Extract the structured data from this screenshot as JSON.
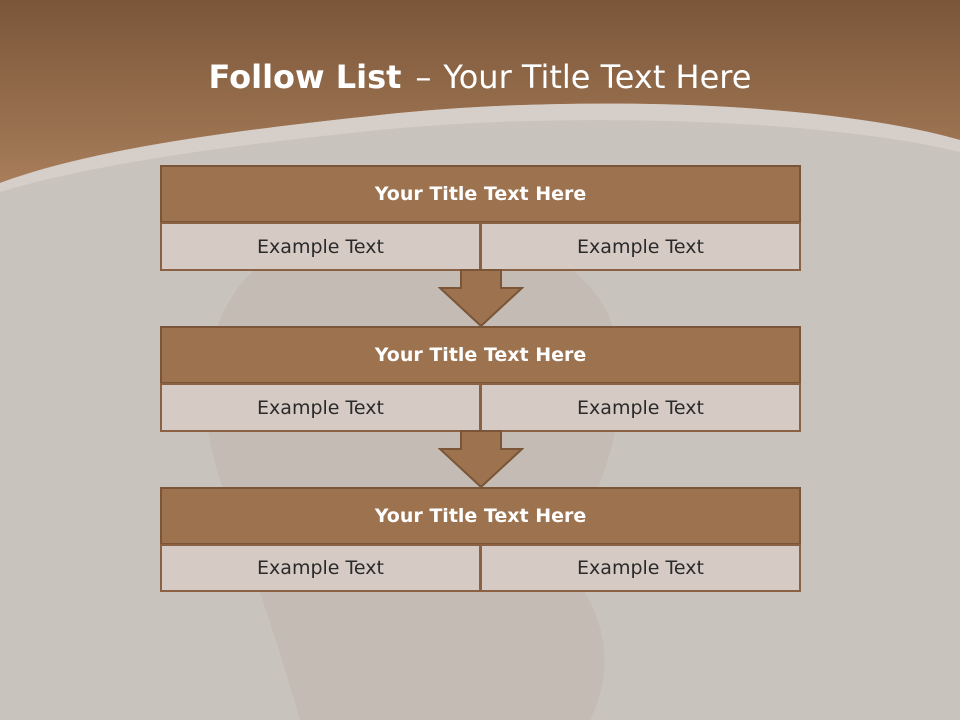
{
  "slide": {
    "title_bold": "Follow List",
    "title_separator": "–",
    "title_rest": "Your Title Text Here"
  },
  "steps": [
    {
      "title": "Your Title Text Here",
      "left": "Example Text",
      "right": "Example Text"
    },
    {
      "title": "Your Title Text Here",
      "left": "Example Text",
      "right": "Example Text"
    },
    {
      "title": "Your Title Text Here",
      "left": "Example Text",
      "right": "Example Text"
    }
  ],
  "colors": {
    "header_brown": "#9c724f",
    "cell_fill": "#d6cbc4",
    "background": "#c9c3bd"
  }
}
